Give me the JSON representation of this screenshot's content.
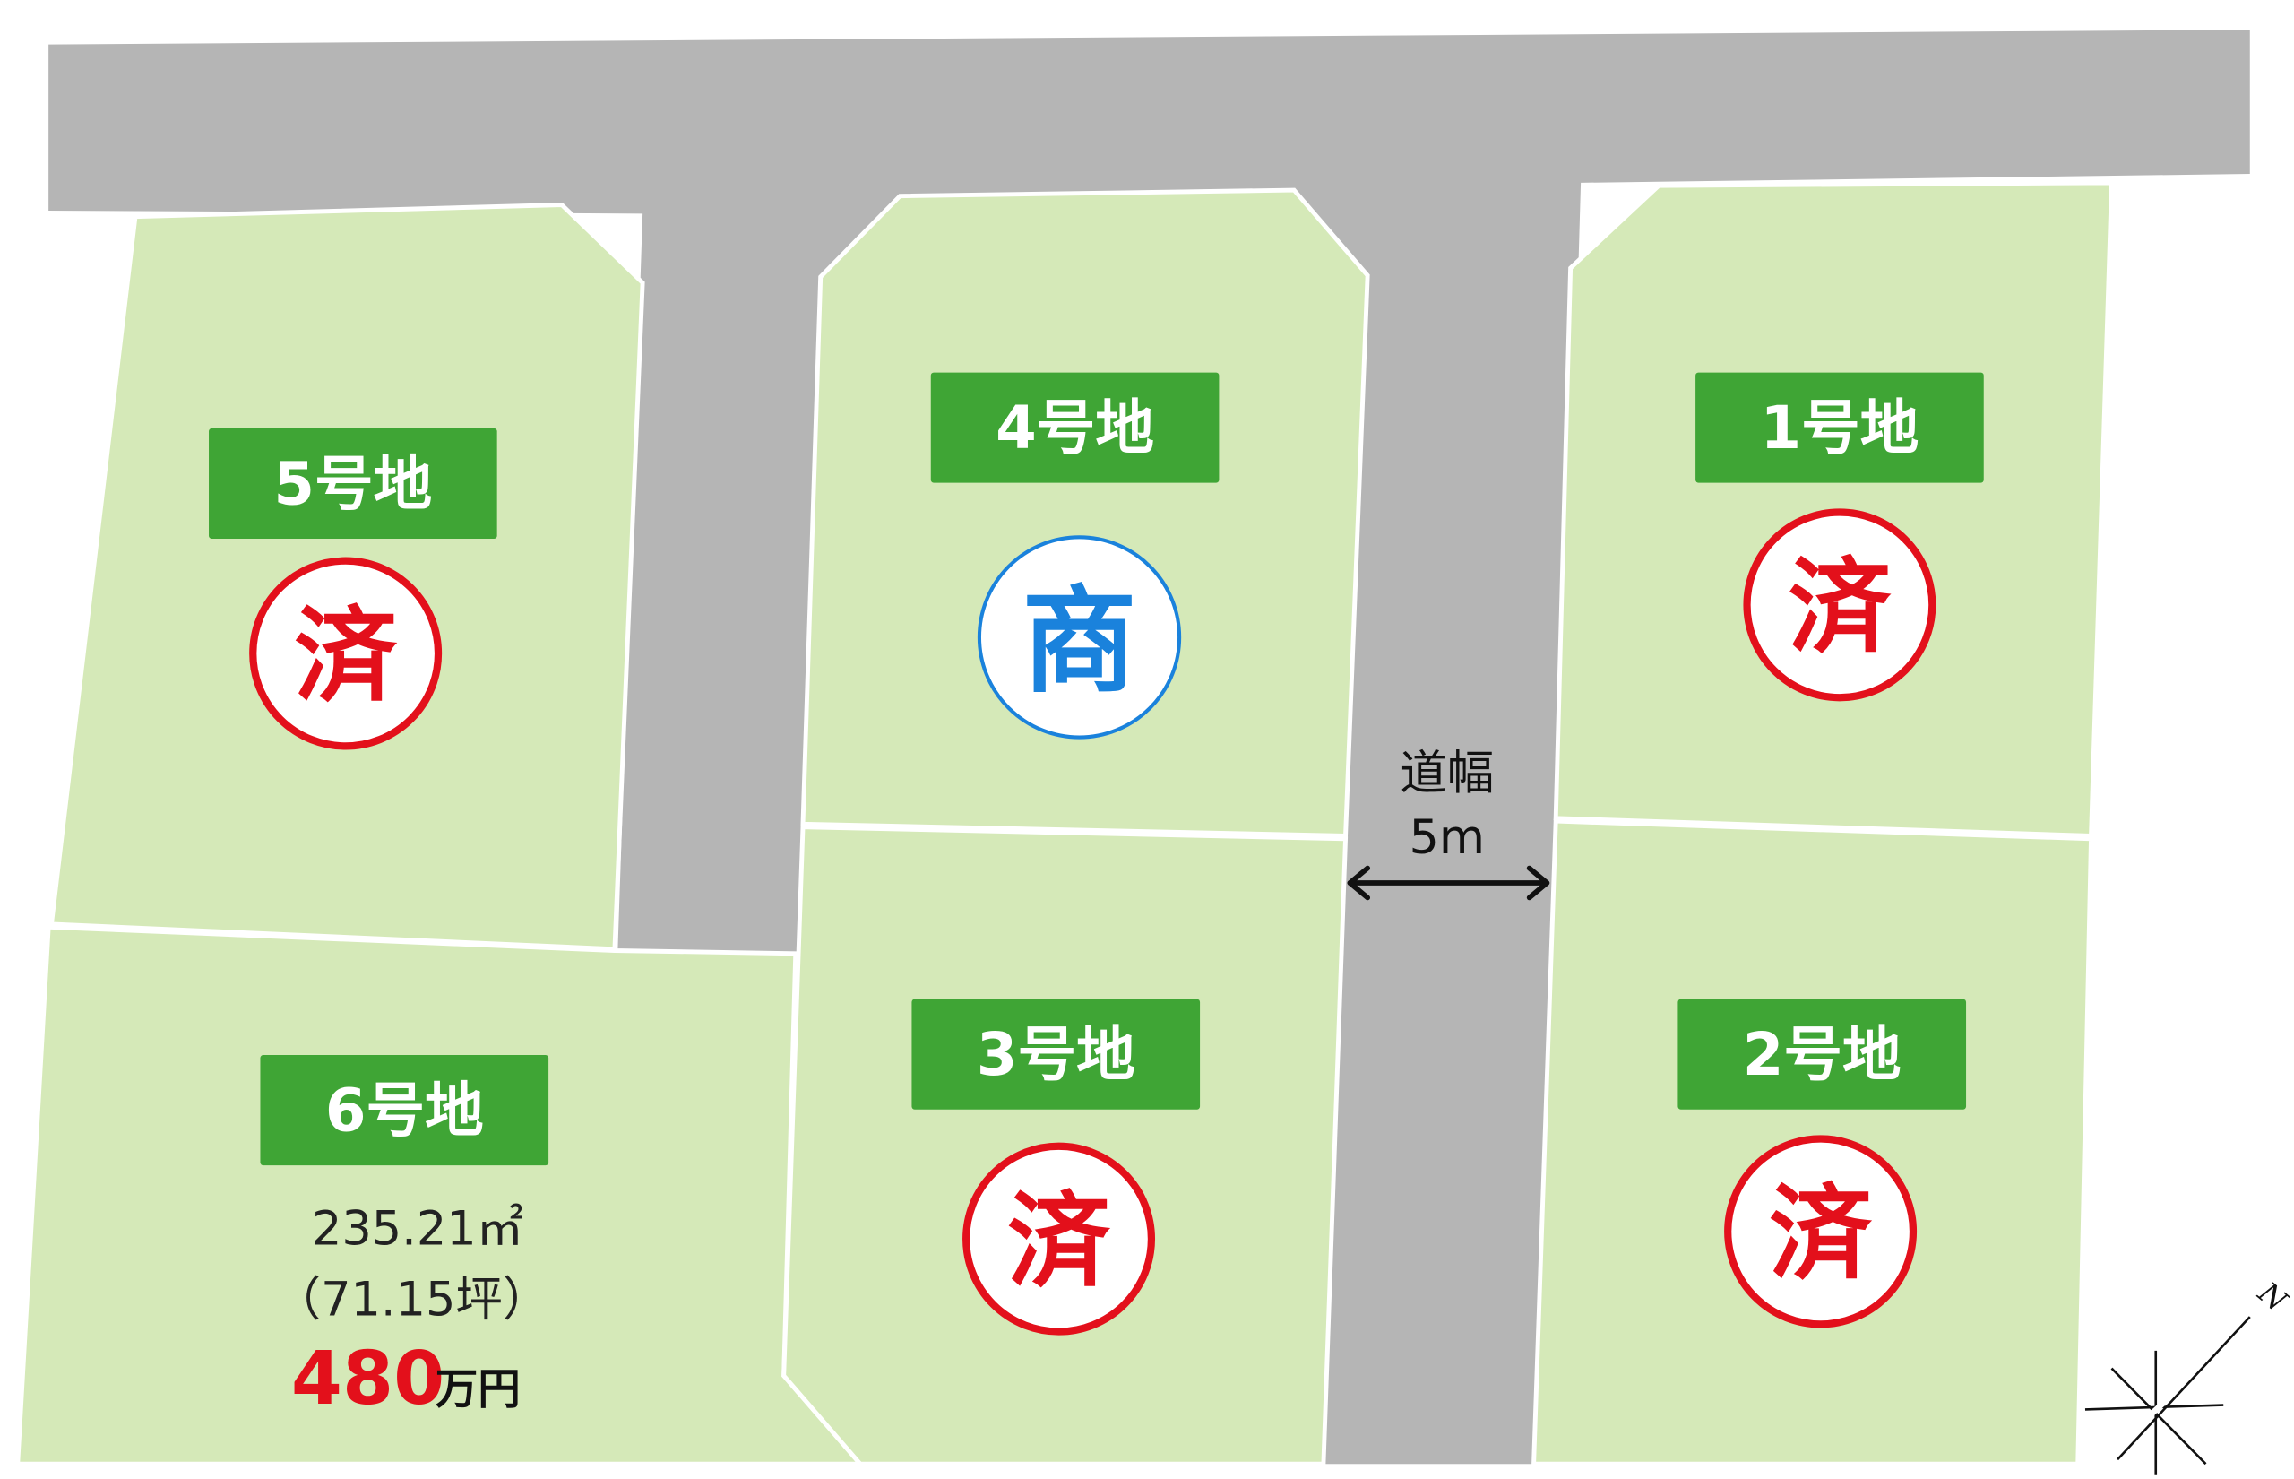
{
  "map": {
    "road_width_label": "道幅",
    "road_width_value": "5m",
    "compass_label": "N",
    "colors": {
      "road": "#b5b5b5",
      "lot": "#d5e9b8",
      "label": "#3fa535",
      "sold": "#e3101b",
      "business": "#1a82dc"
    },
    "lots": [
      {
        "label": "1号地",
        "status": "済"
      },
      {
        "label": "2号地",
        "status": "済"
      },
      {
        "label": "3号地",
        "status": "済"
      },
      {
        "label": "4号地",
        "status": "商"
      },
      {
        "label": "5号地",
        "status": "済"
      },
      {
        "label": "6号地",
        "area": "235.21㎡",
        "tsubo": "（71.15坪）",
        "price": "480",
        "price_unit": "万円"
      }
    ]
  }
}
